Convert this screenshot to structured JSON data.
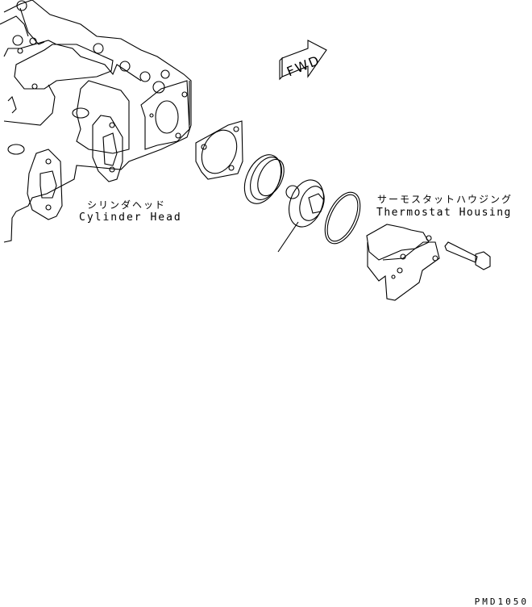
{
  "labels": {
    "cylinder_head_jp": "シリンダヘッド",
    "cylinder_head_en": "Cylinder Head",
    "thermostat_housing_jp": "サーモスタットハウジング",
    "thermostat_housing_en": "Thermostat Housing",
    "fwd": "FWD"
  },
  "figure_code": "PMD1050"
}
